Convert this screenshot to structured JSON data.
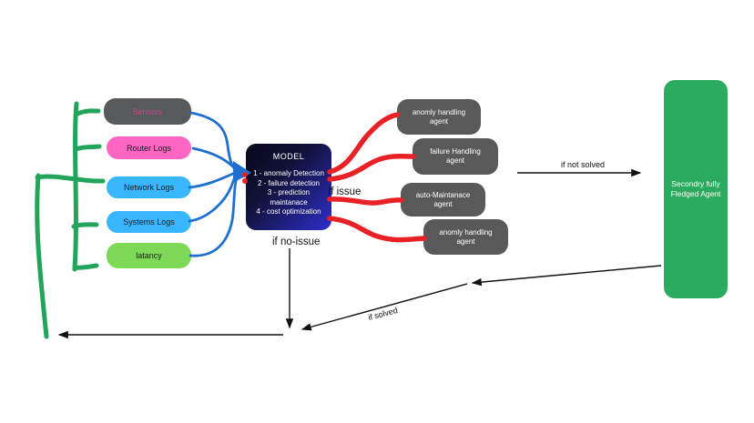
{
  "diagram": {
    "sources": [
      {
        "label": "Sensors",
        "bg": "#58595b",
        "text_color": "#c9498f"
      },
      {
        "label": "Router Logs",
        "bg": "#ff66c4",
        "text_color": "#1c1c1c"
      },
      {
        "label": "Network Logs",
        "bg": "#38b6ff",
        "text_color": "#1c1c1c"
      },
      {
        "label": "Systems Logs",
        "bg": "#38b6ff",
        "text_color": "#1c1c1c"
      },
      {
        "label": "latancy",
        "bg": "#7ed957",
        "text_color": "#1c1c1c"
      }
    ],
    "model": {
      "title": "MODEL",
      "items": [
        "1 - anomaly Detection",
        "2 - failure detection",
        "3 - prediction",
        "maintanace",
        "4 - cost optimization"
      ],
      "bg_gradient": [
        "#07071a",
        "#2e2ecb"
      ]
    },
    "agents": [
      {
        "label": "anomly handling agent"
      },
      {
        "label": "failure Handling agent"
      },
      {
        "label": "auto-Maintanace agent"
      },
      {
        "label": "anomly handling agent"
      }
    ],
    "final_agent": {
      "label": "Secondry fully Fledged Agent",
      "bg": "#2bab60"
    },
    "edge_labels": {
      "if_issue": "If issue",
      "if_no_issue": "if no-issue",
      "if_not_solved": "if not solved",
      "if_solved": "if solved"
    },
    "line_colors": {
      "input_links": "#1e6fd0",
      "issue_links": "#e82127",
      "sketch_bracket": "#22a45b",
      "flow_arrows": "#111111"
    }
  }
}
